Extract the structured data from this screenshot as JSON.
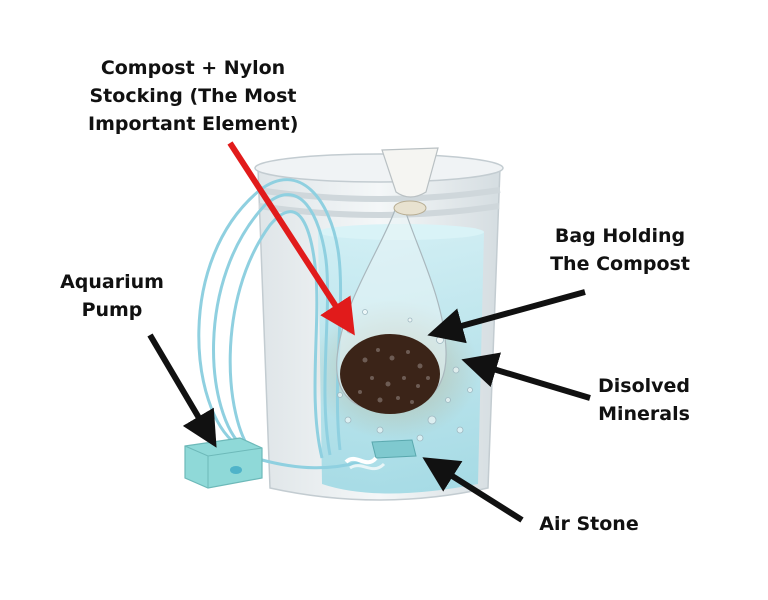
{
  "labels": {
    "compost_nylon": [
      "Compost + Nylon",
      "Stocking (The Most",
      "Important Element)"
    ],
    "aquarium_pump": [
      "Aquarium",
      "Pump"
    ],
    "bag_holding": [
      "Bag Holding",
      "The Compost"
    ],
    "disolved_minerals": [
      "Disolved",
      "Minerals"
    ],
    "air_stone": [
      "Air Stone"
    ]
  },
  "colors": {
    "red_arrow": "#e11b1b",
    "black_arrow": "#111111",
    "bucket": "#e9eef1",
    "water": "#bfe6ee",
    "tube": "#8fd0e0",
    "compost": "#3b2418",
    "pump": "#8fd9d8"
  }
}
